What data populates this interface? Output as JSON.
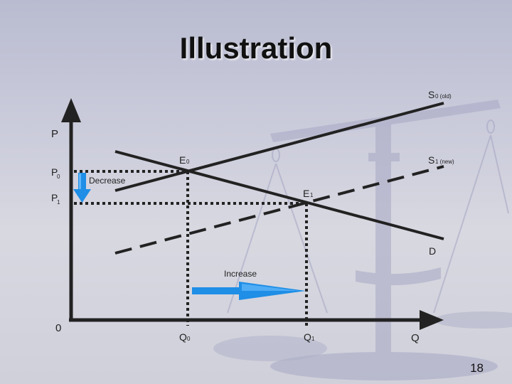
{
  "slide": {
    "title": "Illustration",
    "page_number": "18"
  },
  "diagram": {
    "axis_y_label": "P",
    "axis_x_label": "Q",
    "origin_label": "0",
    "price_labels": [
      {
        "main": "P",
        "sub": "0"
      },
      {
        "main": "P",
        "sub": "1"
      }
    ],
    "quantity_labels": [
      {
        "main": "Q",
        "sub": "0"
      },
      {
        "main": "Q",
        "sub": "1"
      }
    ],
    "equilibrium_labels": [
      {
        "main": "E",
        "sub": "0"
      },
      {
        "main": "E",
        "sub": "1"
      }
    ],
    "supply_old": {
      "main": "S",
      "sub": "0 (old)"
    },
    "supply_new": {
      "main": "S",
      "sub": "1 (new)"
    },
    "demand_label": "D",
    "decrease_label": "Decrease",
    "increase_label": "Increase",
    "colors": {
      "curves": "#222222",
      "arrows": "#1e8ee6"
    }
  }
}
